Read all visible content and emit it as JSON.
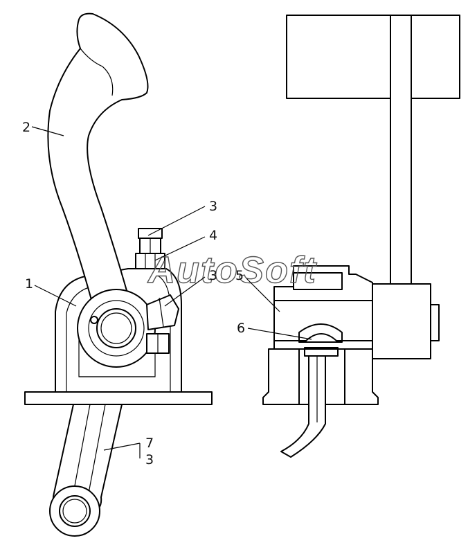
{
  "diagram": {
    "callouts": [
      {
        "id": "c2",
        "text": "2"
      },
      {
        "id": "c3a",
        "text": "3"
      },
      {
        "id": "c4",
        "text": "4"
      },
      {
        "id": "c1",
        "text": "1"
      },
      {
        "id": "c3b",
        "text": "3"
      },
      {
        "id": "c5",
        "text": "5"
      },
      {
        "id": "c6",
        "text": "6"
      },
      {
        "id": "c7",
        "text": "7"
      },
      {
        "id": "c3c",
        "text": "3"
      }
    ],
    "watermark": "AutoSoft",
    "parts": [
      "pedal-lever",
      "pedal-bracket",
      "adjusting-bolt",
      "lock-nut",
      "rod",
      "valve-housing",
      "valve-ball",
      "valve-piston"
    ]
  }
}
